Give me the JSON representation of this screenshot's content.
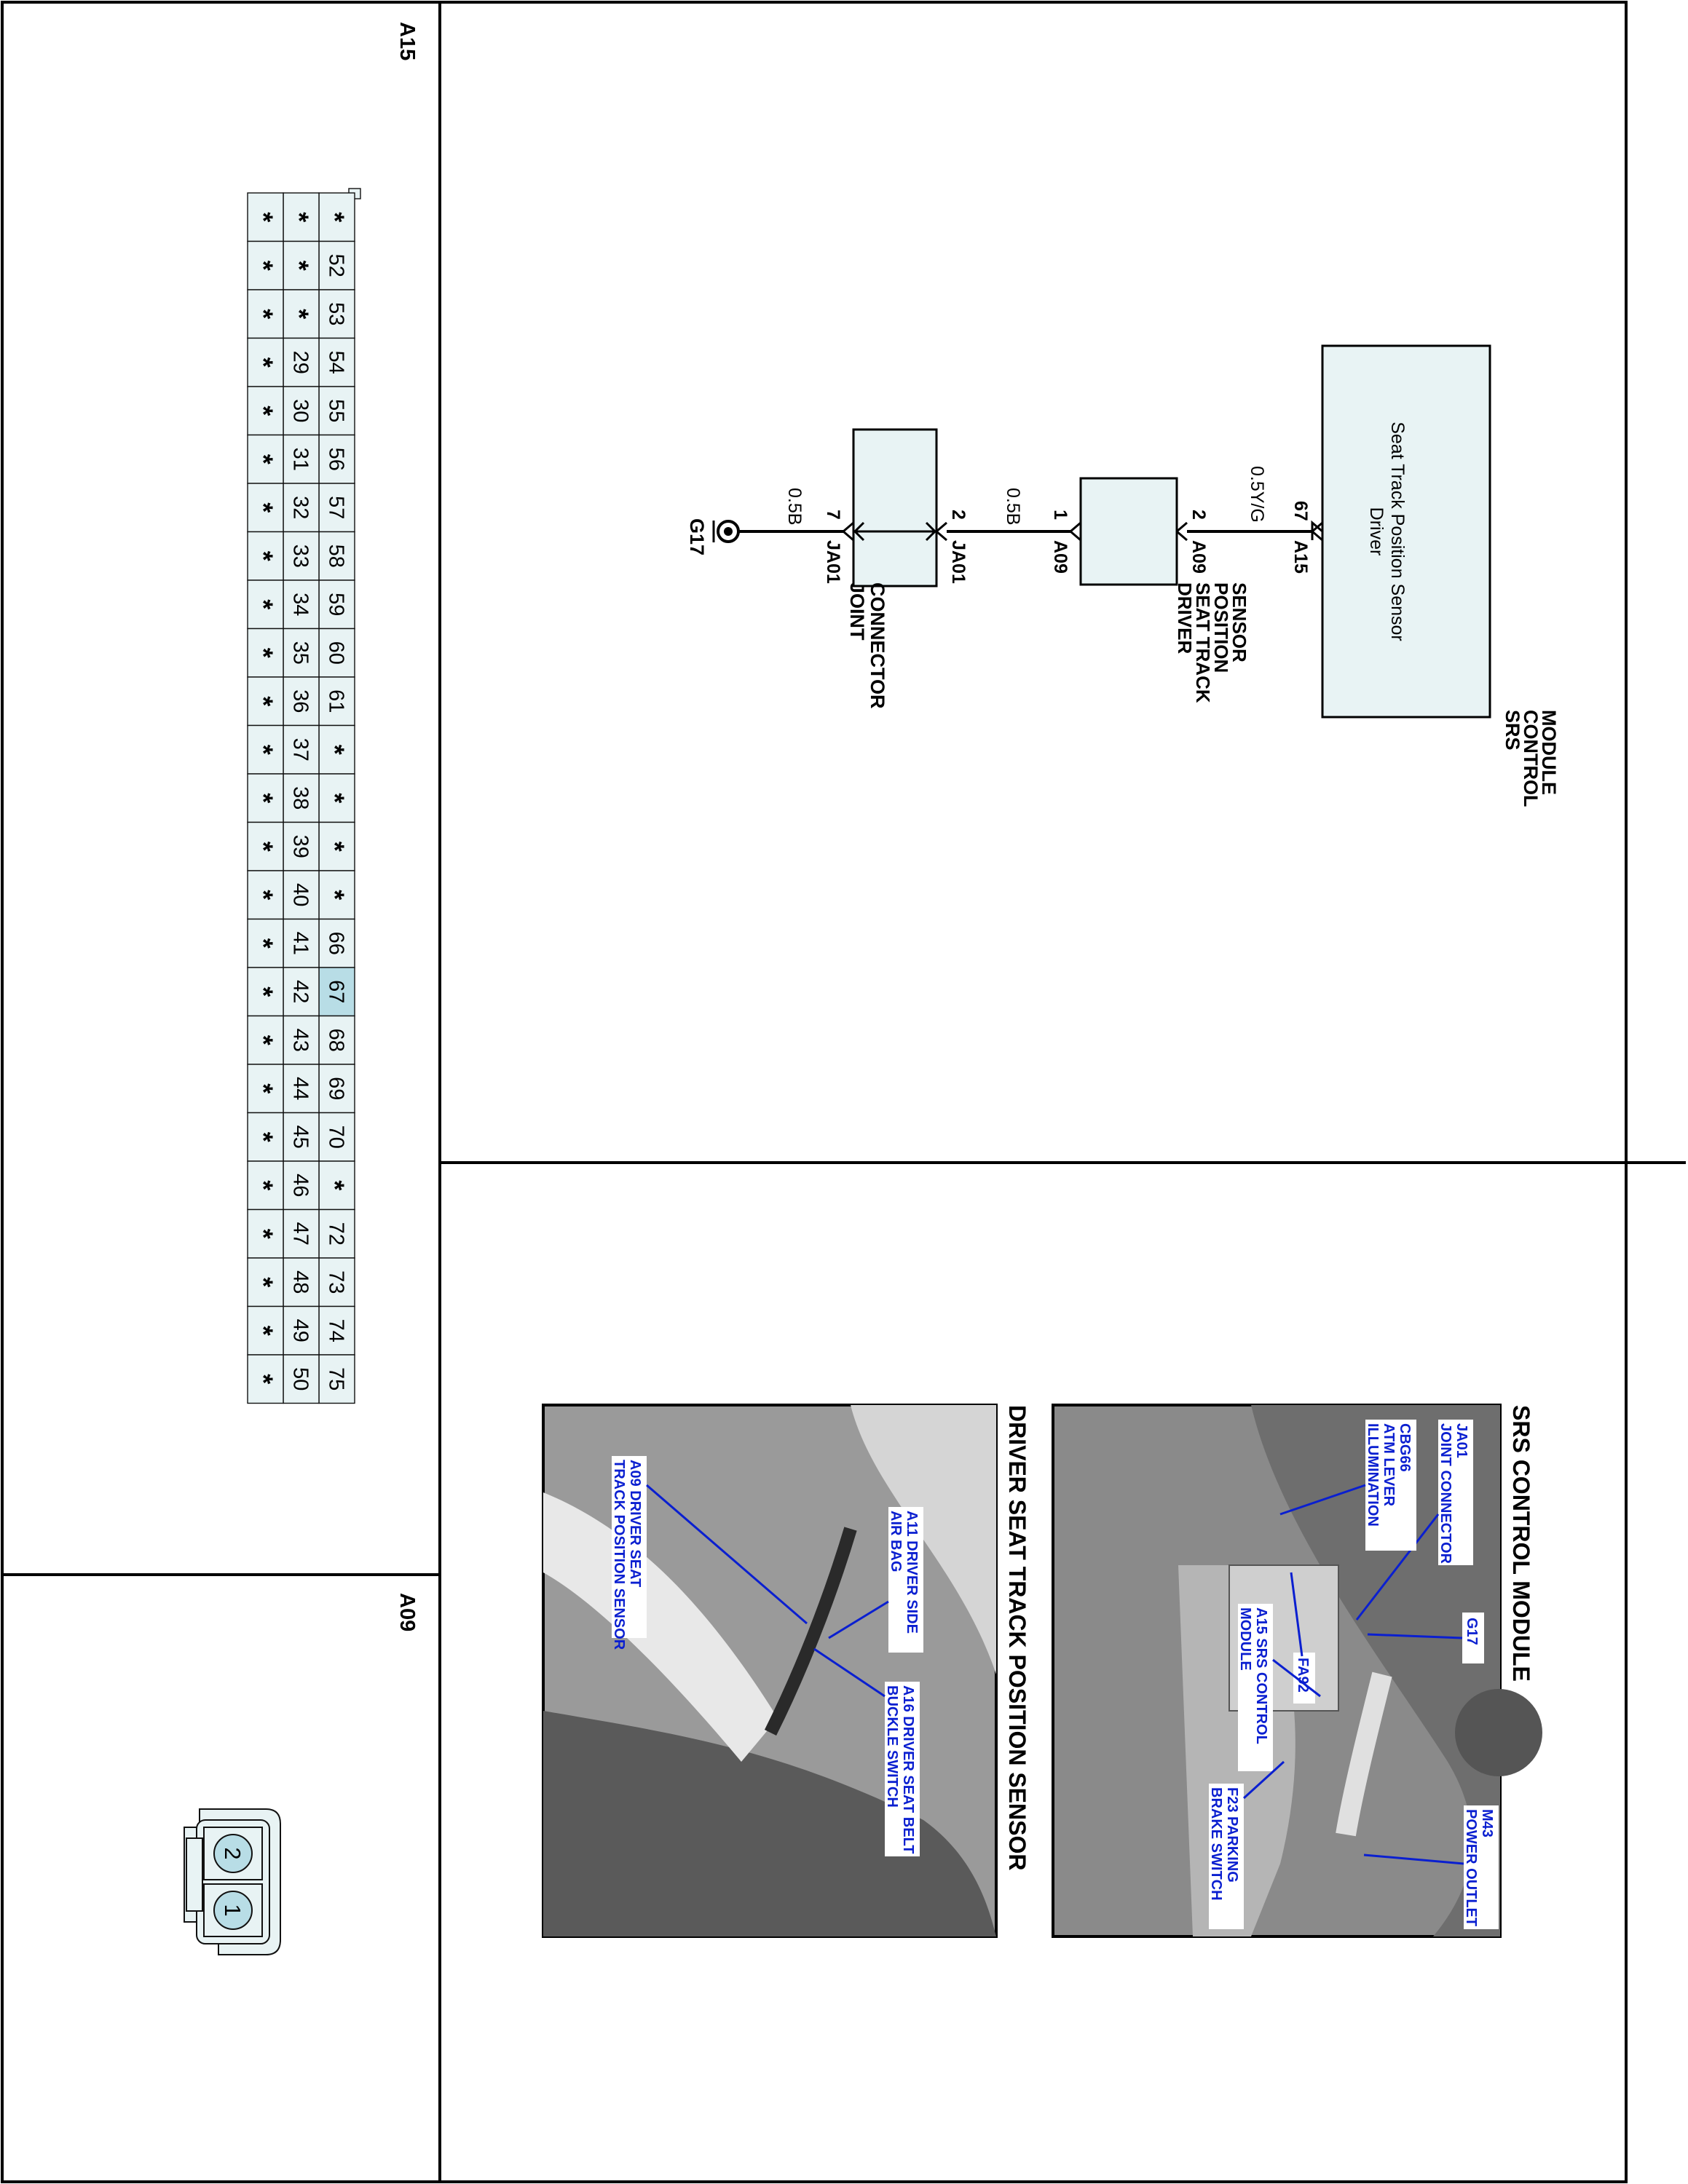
{
  "schematic": {
    "srs_module": {
      "name_lines": [
        "SRS",
        "CONTROL",
        "MODULE"
      ],
      "inner_lines": [
        "Seat Track Position Sensor",
        "Driver"
      ],
      "pin": "67",
      "connector": "A15"
    },
    "wire_1": "0.5Y/G",
    "sensor": {
      "name_lines": [
        "DRIVER",
        "SEAT TRACK",
        "POSITION",
        "SENSOR"
      ],
      "pin_in": "2",
      "pin_out": "1",
      "connector": "A09"
    },
    "wire_2": "0.5B",
    "joint": {
      "name_lines": [
        "JOINT",
        "CONNECTOR"
      ],
      "pin_in": "2",
      "pin_out": "7",
      "connector": "JA01"
    },
    "wire_3": "0.5B",
    "ground": "G17"
  },
  "photos": {
    "srs": {
      "title": "SRS CONTROL MODULE",
      "callouts": [
        [
          "JA01",
          "JOINT CONNECTOR"
        ],
        [
          "CBG66",
          "ATM LEVER",
          "ILLUMINATION"
        ],
        [
          "G17"
        ],
        [
          "FA92"
        ],
        [
          "A15 SRS CONTROL",
          "MODULE"
        ],
        [
          "M43",
          "POWER OUTLET"
        ],
        [
          "F23 PARKING",
          "BRAKE SWITCH"
        ]
      ]
    },
    "sensor": {
      "title": "DRIVER SEAT TRACK POSITION SENSOR",
      "callouts": [
        [
          "A09 DRIVER SEAT",
          "TRACK POSITION SENSOR"
        ],
        [
          "A11 DRIVER SIDE",
          "AIR BAG"
        ],
        [
          "A16 DRIVER SEAT BELT",
          "BUCKLE SWITCH"
        ]
      ]
    }
  },
  "connectors": {
    "a15": {
      "label": "A15",
      "rows": [
        [
          "*",
          "52",
          "53",
          "54",
          "55",
          "56",
          "57",
          "58",
          "59",
          "60",
          "61",
          "*",
          "*",
          "*",
          "*",
          "66",
          "67",
          "68",
          "69",
          "70",
          "*",
          "72",
          "73",
          "74",
          "75"
        ],
        [
          "*",
          "*",
          "*",
          "29",
          "30",
          "31",
          "32",
          "33",
          "34",
          "35",
          "36",
          "37",
          "38",
          "39",
          "40",
          "41",
          "42",
          "43",
          "44",
          "45",
          "46",
          "47",
          "48",
          "49",
          "50"
        ],
        [
          "*",
          "*",
          "*",
          "*",
          "*",
          "*",
          "*",
          "*",
          "*",
          "*",
          "*",
          "*",
          "*",
          "*",
          "*",
          "*",
          "*",
          "*",
          "*",
          "*",
          "*",
          "*",
          "*",
          "*",
          "*"
        ]
      ],
      "highlight": "67"
    },
    "a09": {
      "label": "A09",
      "pins": [
        "2",
        "1"
      ]
    }
  },
  "colors": {
    "cell_fill": "#e8f3f4",
    "highlight_fill": "#b8dde6",
    "callout_blue": "#0a1fd0",
    "component_fill": "#e8f3f4"
  }
}
